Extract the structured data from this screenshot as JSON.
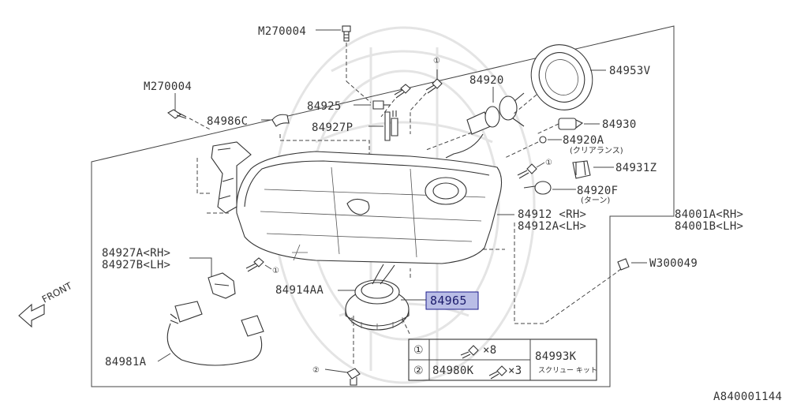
{
  "diagram": {
    "part_labels": {
      "m270004_top": "M270004",
      "m270004_left": "M270004",
      "p84925": "84925",
      "p84986c": "84986C",
      "p84927p": "84927P",
      "p84920": "84920",
      "p84953v": "84953V",
      "p84930": "84930",
      "p84920a": "84920A",
      "p84920a_note": "(クリアランス)",
      "p84931z": "84931Z",
      "p84920f": "84920F",
      "p84920f_note": "(ターン)",
      "p84912_rh": "84912 <RH>",
      "p84912a_lh": "84912A<LH>",
      "p84001a_rh": "84001A<RH>",
      "p84001b_lh": "84001B<LH>",
      "w300049": "W300049",
      "p84927a_rh": "84927A<RH>",
      "p84927b_lh": "84927B<LH>",
      "p84914aa": "84914AA",
      "p84965": "84965",
      "p84981a": "84981A",
      "front": "FRONT",
      "callout_1": "①",
      "callout_2": "②"
    },
    "kit_table": {
      "row1_ref": "①",
      "row1_qty": "×8",
      "row2_ref": "②",
      "row2_part": "84980K",
      "row2_qty": "×3",
      "kit_number": "84993K",
      "kit_name": "スクリュー キット"
    },
    "diagram_code": "A840001144",
    "colors": {
      "highlight_fill": "#b9bde6",
      "highlight_border": "#1c1c8c",
      "line": "#444444",
      "watermark": "#e4e4e4"
    }
  }
}
